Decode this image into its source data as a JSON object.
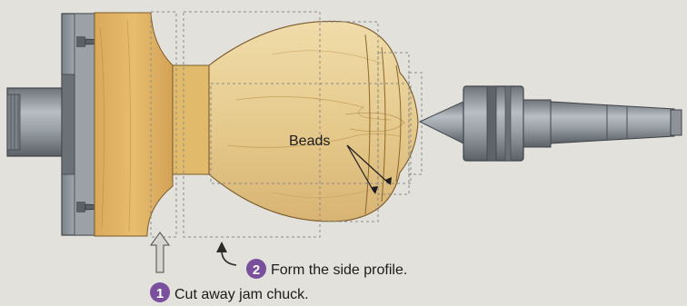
{
  "labels": {
    "beads": "Beads",
    "step1": {
      "num": "1",
      "text": "Cut away jam chuck."
    },
    "step2": {
      "num": "2",
      "text": "Form the side profile."
    }
  },
  "colors": {
    "background": "#e3e1dc",
    "wood": "#e8cf96",
    "wood_dark": "#c99b4f",
    "metal": "#8f969c",
    "metal_dark": "#565c62",
    "step_badge": "#7a4f9e",
    "dashed_outline": "#8a8a8a"
  }
}
